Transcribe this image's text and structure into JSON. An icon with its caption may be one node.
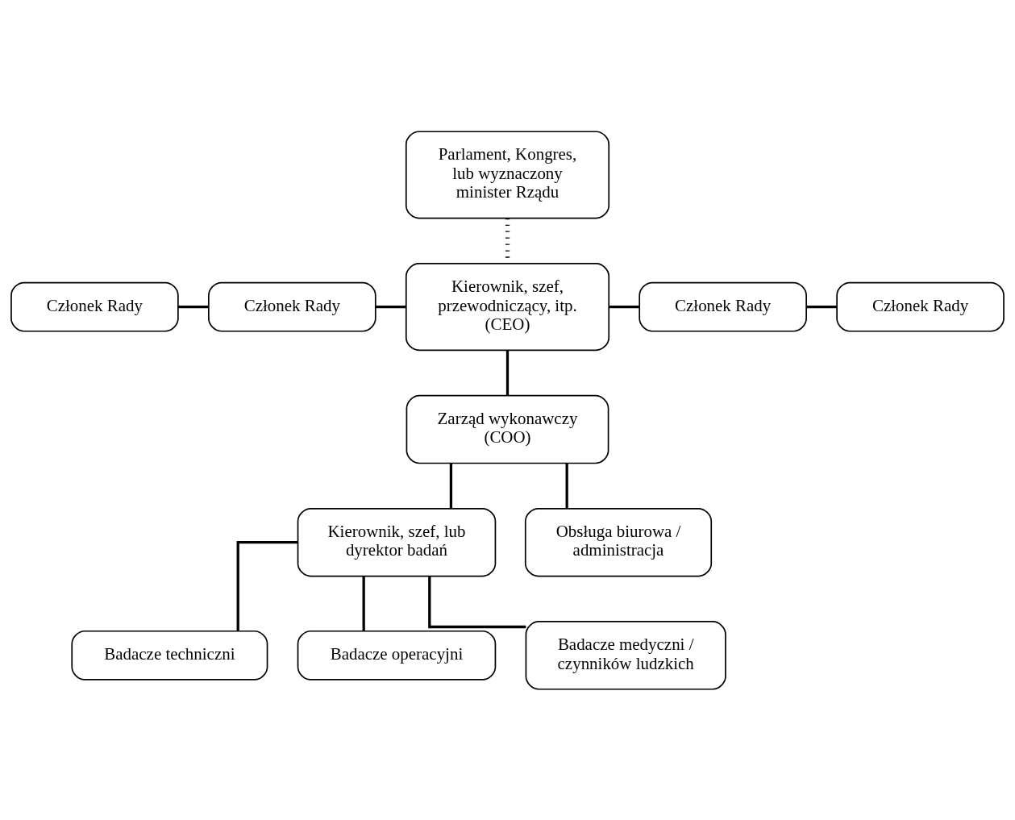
{
  "diagram": {
    "nodes": [
      {
        "text": [
          "Parlament, Kongres, lub wyznaczony minister Rządu"
        ]
      },
      {
        "text": [
          "Członek Rady"
        ]
      },
      {
        "text": [
          "Członek Rady"
        ]
      },
      {
        "text": [
          "Kierownik, szef, przewodniczący, itp. (CEO)"
        ]
      },
      {
        "text": [
          "Członek Rady"
        ]
      },
      {
        "text": [
          "Członek Rady"
        ]
      },
      {
        "text": [
          "Zarząd wykonawczy (COO)"
        ]
      },
      {
        "text": [
          "Kierownik, szef, lub dyrektor badań"
        ]
      },
      {
        "text": [
          "Obsługa biurowa / administracja"
        ]
      },
      {
        "text": [
          "Badacze techniczni"
        ]
      },
      {
        "text": [
          "Badacze operacyjni"
        ]
      },
      {
        "text": [
          "Badacze medyczni / czynników ludzkich"
        ]
      }
    ],
    "edges": [
      {
        "from": 0,
        "to": 3,
        "arrow": "none",
        "style": "dashed"
      },
      {
        "from": 1,
        "to": 2,
        "arrow": "none"
      },
      {
        "from": 2,
        "to": 3,
        "arrow": "none"
      },
      {
        "from": 3,
        "to": 4,
        "arrow": "none"
      },
      {
        "from": 4,
        "to": 5,
        "arrow": "none"
      },
      {
        "from": 3,
        "to": 6,
        "arrow": "none"
      },
      {
        "from": 6,
        "to": 7,
        "arrow": "none"
      },
      {
        "from": 6,
        "to": 8,
        "arrow": "none"
      },
      {
        "from": 7,
        "to": 9,
        "arrow": "none"
      },
      {
        "from": 7,
        "to": 10,
        "arrow": "none"
      },
      {
        "from": 7,
        "to": 11,
        "arrow": "none"
      }
    ]
  }
}
